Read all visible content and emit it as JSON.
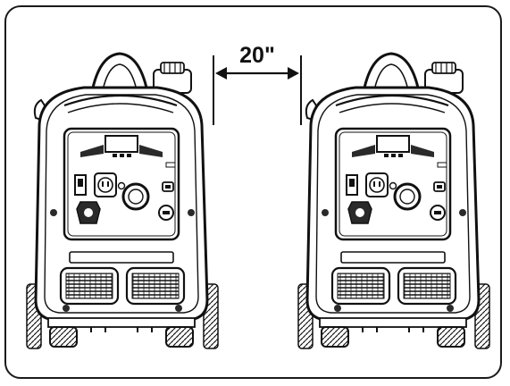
{
  "diagram": {
    "spacing_label": "20\"",
    "colors": {
      "line": "#111111",
      "fill": "#ffffff",
      "shade": "#2a2a2a"
    },
    "units": [
      {
        "name": "generator-left"
      },
      {
        "name": "generator-right"
      }
    ]
  }
}
